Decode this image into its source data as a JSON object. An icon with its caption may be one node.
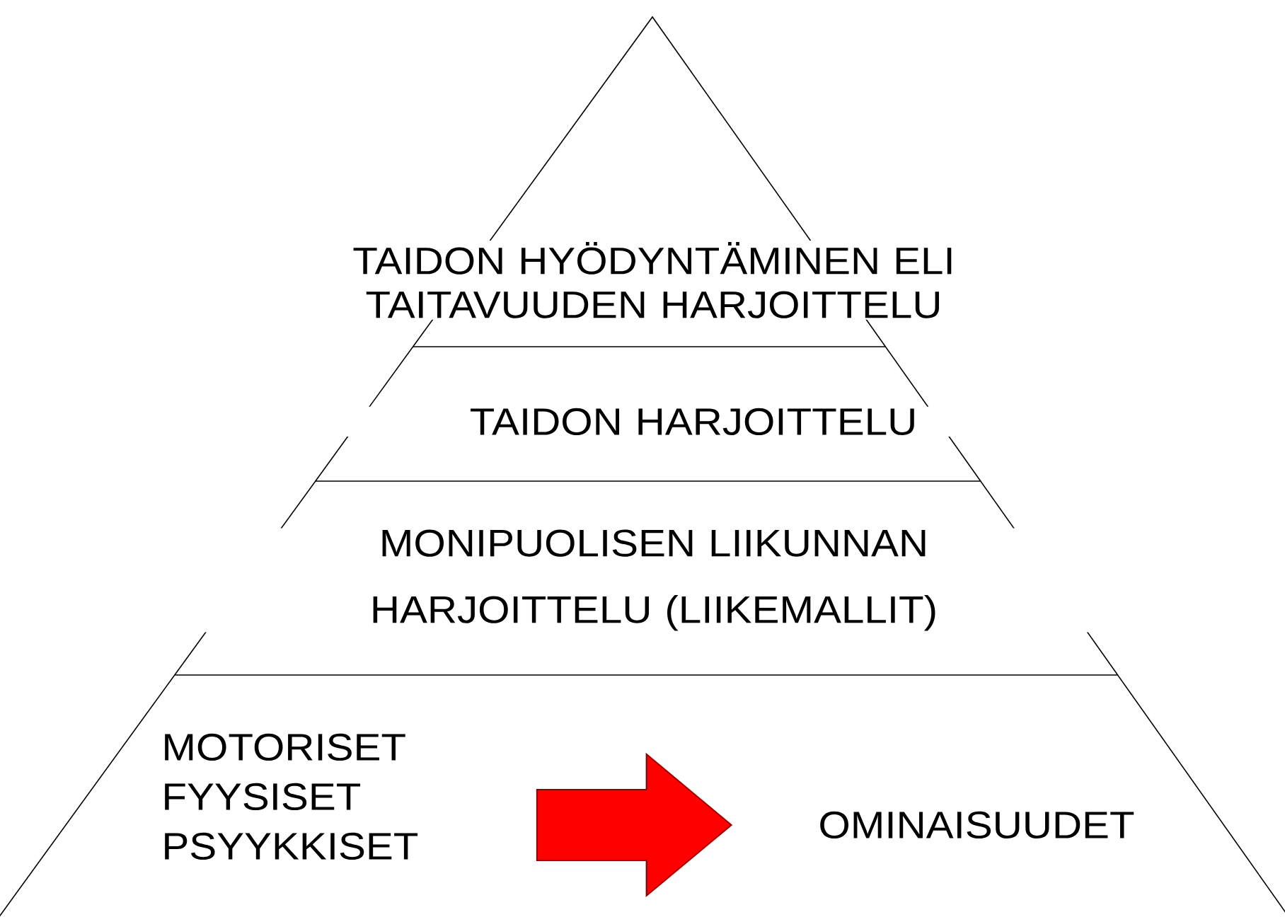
{
  "diagram": {
    "nodes": [
      {
        "text": [
          "TAIDON HYÖDYNTÄMINEN ELI TAITAVUUDEN HARJOITTELU"
        ]
      },
      {
        "text": [
          "TAIDON HARJOITTELU"
        ]
      },
      {
        "text": [
          "MONIPUOLISEN LIIKUNNAN HARJOITTELU (LIIKEMALLIT)"
        ]
      },
      {
        "text": [],
        "shape": "band"
      },
      {
        "text": [
          "MOTORISET FYYSISET PSYYKKISET"
        ],
        "in": 3
      },
      {
        "text": [
          "OMINAISUUDET"
        ],
        "in": 3
      }
    ],
    "edges": [
      {
        "from": 4,
        "to": 5,
        "arrow": "to",
        "style": "thick",
        "color": "#ff0000"
      }
    ]
  }
}
